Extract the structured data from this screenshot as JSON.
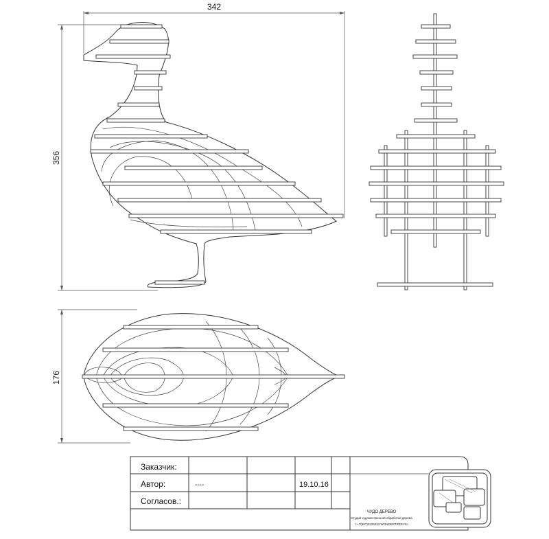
{
  "dimensions": {
    "width": "342",
    "height": "356",
    "depth": "176"
  },
  "title_block": {
    "customer_label": "Заказчик:",
    "author_label": "Автор:",
    "author_value": "----",
    "date": "19.10.16",
    "approved_label": "Согласов.:",
    "company_name": "ЧУДО ДЕРЕВО",
    "company_desc": "Студия художественной обработки дерева",
    "company_contacts": "т.+7(987)2233433  WONDERTREE.RU"
  }
}
